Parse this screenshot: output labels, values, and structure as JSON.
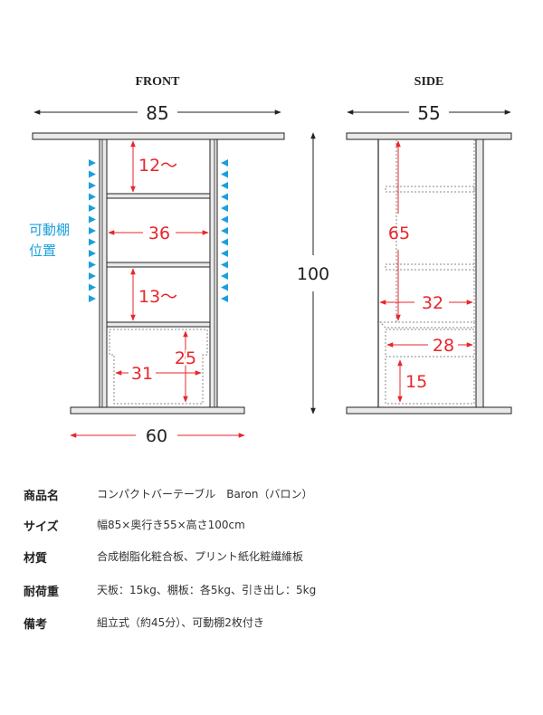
{
  "front": {
    "title": "FRONT",
    "width_label": "85",
    "base_label": "60",
    "top_gap_label": "12〜",
    "shelf_span_label": "36",
    "lower_gap_label": "13〜",
    "drawer_height_label": "25",
    "drawer_width_label": "31",
    "shelf_position_label_line1": "可動棚",
    "shelf_position_label_line2": "位置"
  },
  "side": {
    "title": "SIDE",
    "depth_label": "55",
    "height_label": "100",
    "inner_height_label": "65",
    "inner_depth_label": "32",
    "drawer_depth_label": "28",
    "drawer_height_label": "15"
  },
  "colors": {
    "dimension_red": "#e8262a",
    "indicator_blue": "#1aa0dc",
    "line": "#222222",
    "panel_fill": "#e9e9e9"
  },
  "specs": [
    {
      "label": "商品名",
      "value": "コンパクトバーテーブル　Baron（バロン）"
    },
    {
      "label": "サイズ",
      "value": "幅85×奥行き55×高さ100cm"
    },
    {
      "label": "材質",
      "value": "合成樹脂化粧合板、プリント紙化粧繊維板"
    },
    {
      "label": "耐荷重",
      "value": "天板：15kg、棚板：各5kg、引き出し：5kg"
    },
    {
      "label": "備考",
      "value": "組立式（約45分）、可動棚2枚付き"
    }
  ]
}
